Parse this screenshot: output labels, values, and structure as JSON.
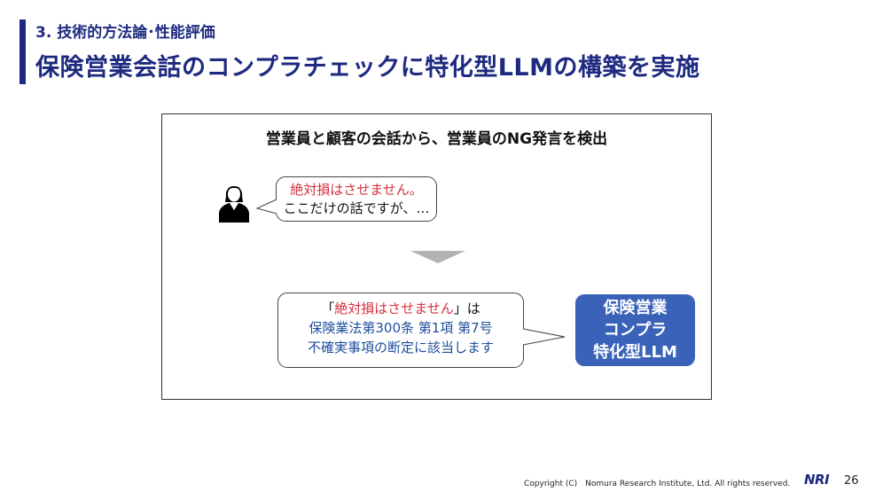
{
  "header": {
    "section": "3. 技術的方法論･性能評価",
    "title": "保険営業会話のコンプラチェックに特化型LLMの構築を実施"
  },
  "diagram": {
    "caption": "営業員と顧客の会話から、営業員のNG発言を検出",
    "speech": {
      "ng_phrase": "絶対損はさせません。",
      "continuation": "ここだけの話ですが、…"
    },
    "result": {
      "open_quote": "「",
      "ng_phrase": "絶対損はさせません",
      "close_quote": "」は",
      "line2": "保険業法第300条 第1項 第7号",
      "line3": "不確実事項の断定に該当します"
    },
    "llm_box": {
      "line1": "保険営業",
      "line2": "コンプラ",
      "line3": "特化型LLM"
    }
  },
  "footer": {
    "copyright": "Copyright (C)　Nomura Research Institute, Ltd. All rights reserved.",
    "logo": "NRI",
    "page_number": "26"
  },
  "colors": {
    "brand_navy": "#1e2a80",
    "ng_red": "#d6303c",
    "explanation_blue": "#1f4e9c",
    "llm_box_blue": "#3a62b8",
    "arrow_gray": "#b3b3b3"
  }
}
